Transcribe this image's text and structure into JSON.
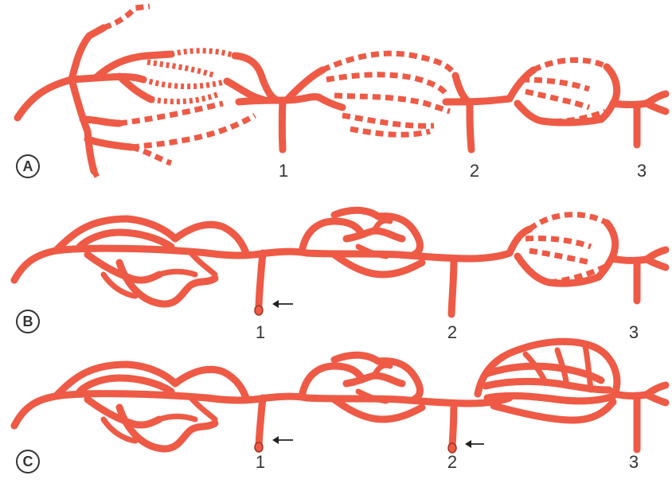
{
  "panels": [
    {
      "letter": "A",
      "segments": [
        "1",
        "2",
        "3"
      ],
      "ligated": []
    },
    {
      "letter": "B",
      "segments": [
        "1",
        "2",
        "3"
      ],
      "ligated": [
        "1"
      ]
    },
    {
      "letter": "C",
      "segments": [
        "1",
        "2",
        "3"
      ],
      "ligated": [
        "1",
        "2"
      ]
    }
  ],
  "colors": {
    "vessel": "#ee5a45",
    "arrow": "#222222"
  }
}
